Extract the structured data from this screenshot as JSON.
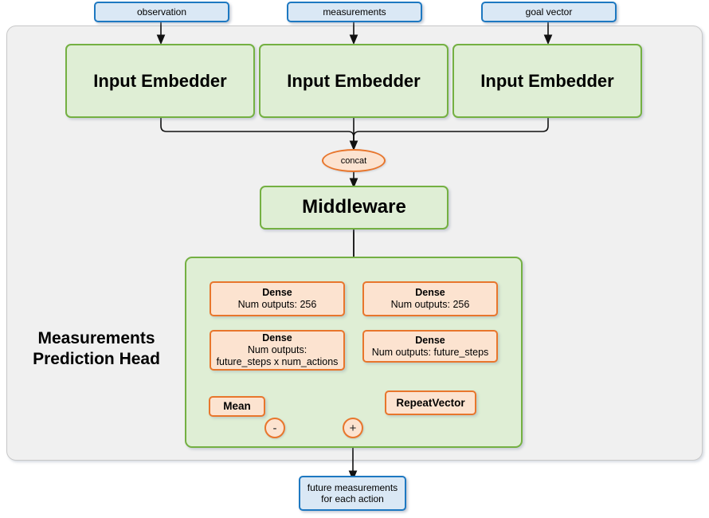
{
  "diagram": {
    "title": "Measurements Prediction Head",
    "background_color": "#ffffff",
    "panel_color": "#f0f0f0",
    "colors": {
      "input_box_fill": "#dae8f5",
      "input_box_border": "#1d78c1",
      "module_fill": "#dfeed5",
      "module_border": "#74b042",
      "layer_fill": "#fce3d0",
      "layer_border": "#e8762c",
      "wire": "#1a1a1a"
    }
  },
  "inputs": [
    {
      "label": "observation"
    },
    {
      "label": "measurements"
    },
    {
      "label": "goal vector"
    }
  ],
  "embedders": [
    {
      "label": "Input Embedder"
    },
    {
      "label": "Input Embedder"
    },
    {
      "label": "Input Embedder"
    }
  ],
  "concat": {
    "label": "concat"
  },
  "middleware": {
    "label": "Middleware"
  },
  "head": {
    "title_line1": "Measurements",
    "title_line2": "Prediction Head",
    "left_branch": {
      "dense1": {
        "title": "Dense",
        "sub": "Num outputs: 256"
      },
      "dense2": {
        "title": "Dense",
        "sub_line1": "Num outputs:",
        "sub_line2": "future_steps x num_actions"
      },
      "mean": {
        "label": "Mean"
      },
      "operator": {
        "label": "-"
      }
    },
    "right_branch": {
      "dense1": {
        "title": "Dense",
        "sub": "Num outputs: 256"
      },
      "dense2": {
        "title": "Dense",
        "sub": "Num outputs: future_steps"
      },
      "repeat_vector": {
        "label": "RepeatVector"
      }
    },
    "merge_operator": {
      "label": "+"
    }
  },
  "output": {
    "line1": "future measurements",
    "line2": "for each action"
  }
}
